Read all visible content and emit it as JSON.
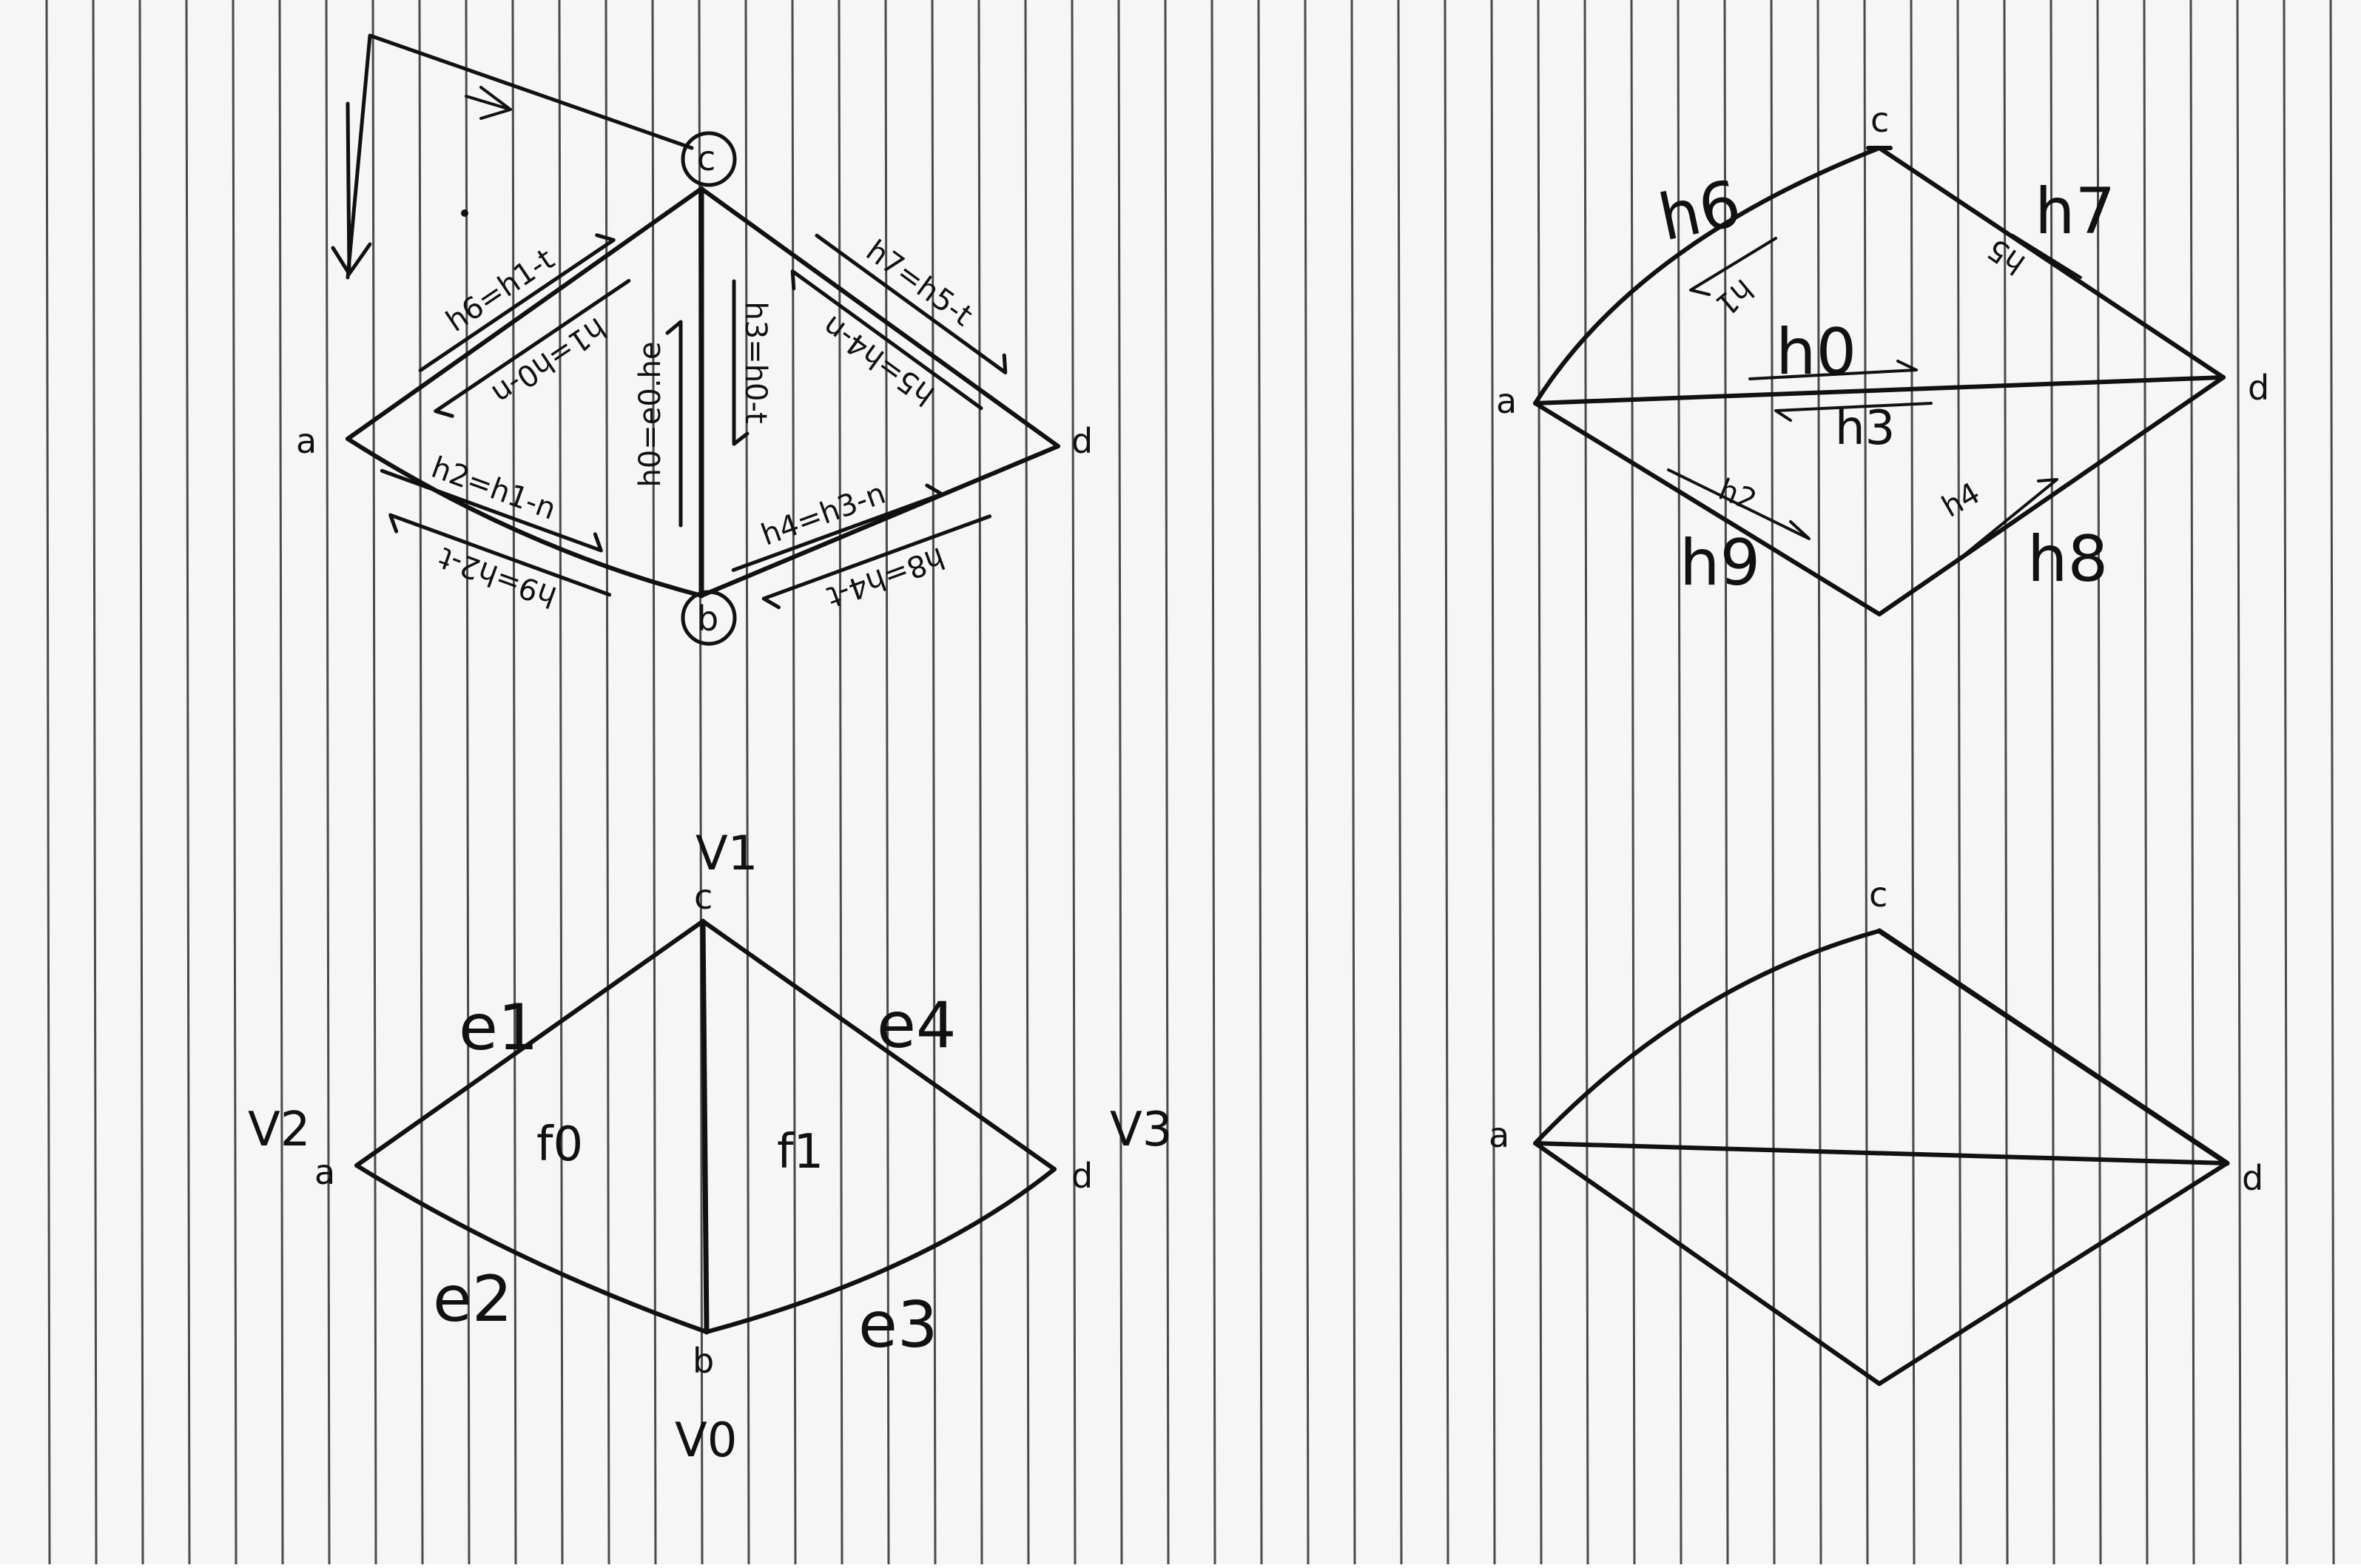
{
  "d1": {
    "a": "a",
    "b": "b",
    "c": "c",
    "d": "d",
    "h6_eq": "h6=h1-t",
    "h1_eq": "h1=h0-n",
    "h2_eq": "h2=h1-n",
    "h0_eq": "h0=e0.he",
    "h3_eq": "h3=h0-t",
    "h7_eq": "h7=h5-t",
    "h5_eq": "h5=h4-n",
    "h4_eq": "h4=h3-n",
    "h8_eq": "h8=h4-t",
    "h9_eq": "h9=h2-t"
  },
  "d2": {
    "a": "a",
    "c": "c",
    "d": "d",
    "h6": "h6",
    "h1": "h1",
    "h7": "h7",
    "h5": "h5",
    "h0": "h0",
    "h3": "h3",
    "h2": "h2",
    "h4": "h4",
    "h9": "h9",
    "h8": "h8"
  },
  "d3": {
    "v1": "V1",
    "c": "c",
    "v2": "V2",
    "a": "a",
    "v3": "V3",
    "d": "d",
    "b": "b",
    "v0": "V0",
    "e1": "e1",
    "e4": "e4",
    "e2": "e2",
    "e3": "e3",
    "f0": "f0",
    "f1": "f1"
  },
  "d4": {
    "c": "c",
    "a": "a",
    "d": "d"
  }
}
